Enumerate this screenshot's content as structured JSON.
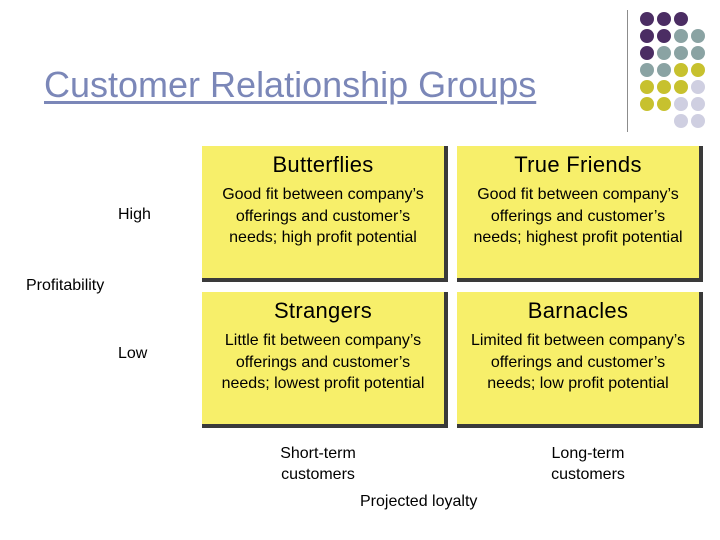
{
  "slide": {
    "title": "Customer Relationship Groups"
  },
  "axes": {
    "y_label": "Profitability",
    "y_high": "High",
    "y_low": "Low",
    "x_label": "Projected loyalty",
    "x_short": "Short-term customers",
    "x_long": "Long-term customers"
  },
  "quadrants": [
    {
      "title": "Butterflies",
      "desc": "Good fit between company’s offerings and customer’s needs; high profit potential"
    },
    {
      "title": "True Friends",
      "desc": "Good fit between company’s offerings and customer’s needs; highest profit potential"
    },
    {
      "title": "Strangers",
      "desc": "Little fit between company’s offerings and customer’s needs; lowest profit potential"
    },
    {
      "title": "Barnacles",
      "desc": "Limited fit between company’s offerings and customer’s needs; low profit potential"
    }
  ],
  "colors": {
    "title": "#7b87b8",
    "cell": "#f7ef6a",
    "dot_purple": "#4b2d63",
    "dot_teal": "#8aa3a3",
    "dot_olive": "#c7c12e",
    "dot_lavender": "#cfcfe1"
  }
}
